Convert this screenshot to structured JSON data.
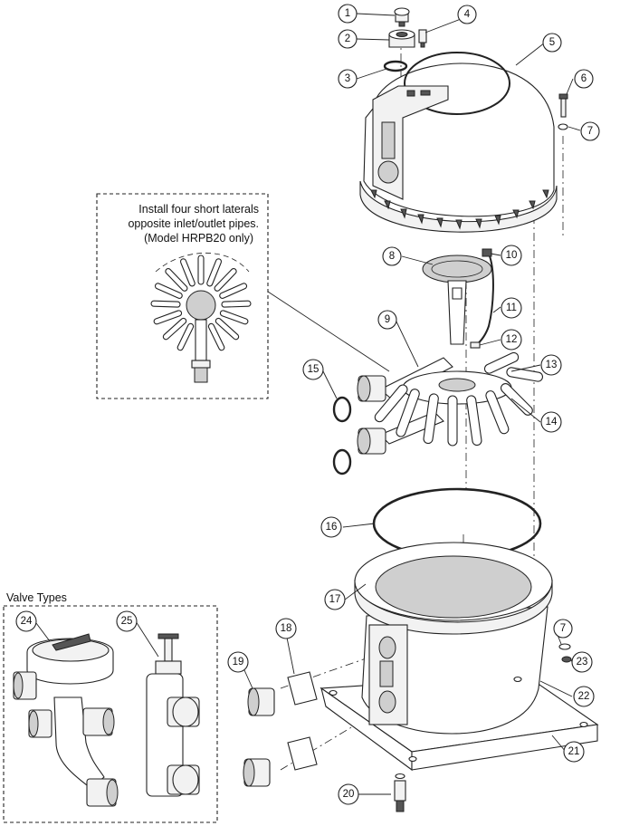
{
  "note": {
    "line1": "Install four short laterals",
    "line2": "opposite inlet/outlet pipes.",
    "line3": "(Model HRPB20 only)"
  },
  "valve_box": {
    "title": "Valve Types"
  },
  "callouts": [
    {
      "id": "c1",
      "label": "1"
    },
    {
      "id": "c2",
      "label": "2"
    },
    {
      "id": "c3",
      "label": "3"
    },
    {
      "id": "c4",
      "label": "4"
    },
    {
      "id": "c5",
      "label": "5"
    },
    {
      "id": "c6",
      "label": "6"
    },
    {
      "id": "c7a",
      "label": "7"
    },
    {
      "id": "c8",
      "label": "8"
    },
    {
      "id": "c9",
      "label": "9"
    },
    {
      "id": "c10",
      "label": "10"
    },
    {
      "id": "c11",
      "label": "11"
    },
    {
      "id": "c12",
      "label": "12"
    },
    {
      "id": "c13",
      "label": "13"
    },
    {
      "id": "c14",
      "label": "14"
    },
    {
      "id": "c15",
      "label": "15"
    },
    {
      "id": "c16",
      "label": "16"
    },
    {
      "id": "c17",
      "label": "17"
    },
    {
      "id": "c18",
      "label": "18"
    },
    {
      "id": "c19",
      "label": "19"
    },
    {
      "id": "c20",
      "label": "20"
    },
    {
      "id": "c21",
      "label": "21"
    },
    {
      "id": "c22",
      "label": "22"
    },
    {
      "id": "c23",
      "label": "23"
    },
    {
      "id": "c24",
      "label": "24"
    },
    {
      "id": "c25",
      "label": "25"
    },
    {
      "id": "c7b",
      "label": "7"
    }
  ]
}
